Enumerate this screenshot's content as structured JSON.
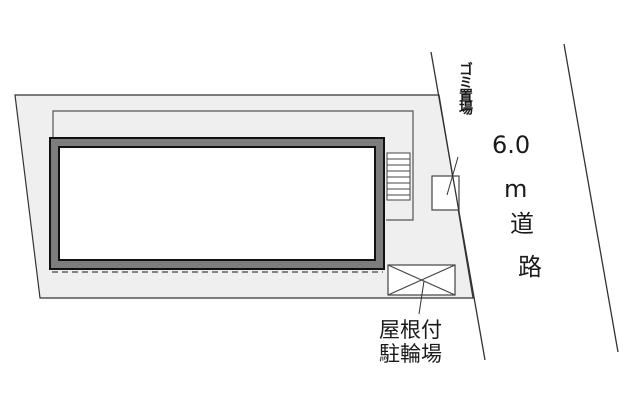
{
  "labels": {
    "garbage_area": "ゴミ置場",
    "road_width": "6.0",
    "road_unit": "m",
    "road_char_1": "道",
    "road_char_2": "路",
    "bike_parking_line1": "屋根付",
    "bike_parking_line2": "駐輪場"
  },
  "colors": {
    "lot_fill": "#efefef",
    "building_wall": "#7d7d7d",
    "outline": "#222222",
    "background": "#ffffff"
  }
}
